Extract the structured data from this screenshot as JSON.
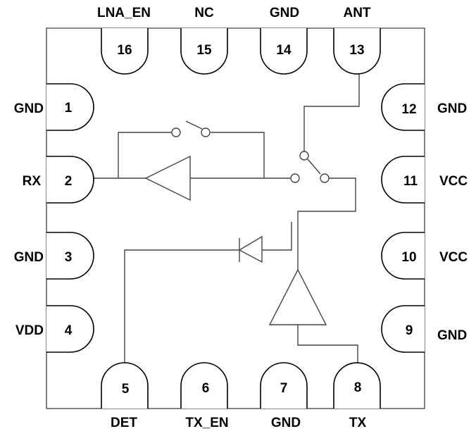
{
  "diagram": {
    "type": "IC pinout",
    "pins": {
      "top": [
        {
          "number": "16",
          "label": "LNA_EN"
        },
        {
          "number": "15",
          "label": "NC"
        },
        {
          "number": "14",
          "label": "GND"
        },
        {
          "number": "13",
          "label": "ANT"
        }
      ],
      "left": [
        {
          "number": "1",
          "label": "GND"
        },
        {
          "number": "2",
          "label": "RX"
        },
        {
          "number": "3",
          "label": "GND"
        },
        {
          "number": "4",
          "label": "VDD"
        }
      ],
      "right": [
        {
          "number": "12",
          "label": "GND"
        },
        {
          "number": "11",
          "label": "VCC"
        },
        {
          "number": "10",
          "label": "VCC"
        },
        {
          "number": "9",
          "label": "GND"
        }
      ],
      "bottom": [
        {
          "number": "5",
          "label": "DET"
        },
        {
          "number": "6",
          "label": "TX_EN"
        },
        {
          "number": "7",
          "label": "GND"
        },
        {
          "number": "8",
          "label": "TX"
        }
      ]
    },
    "internal_blocks": [
      "LNA amplifier (RX path)",
      "LNA bypass switch",
      "SPDT antenna switch",
      "PA amplifier (TX path)",
      "Power detector diode"
    ]
  }
}
